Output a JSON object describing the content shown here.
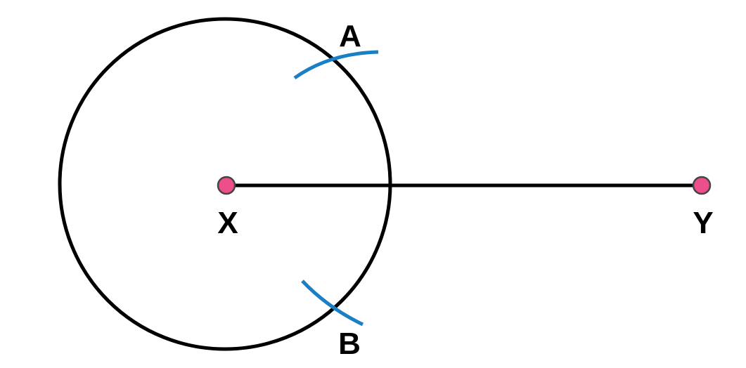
{
  "diagram": {
    "points": {
      "x_label": "X",
      "y_label": "Y",
      "a_label": "A",
      "b_label": "B"
    },
    "colors": {
      "stroke": "#000000",
      "arc": "#1a7fc4",
      "point_fill": "#ec4f8c",
      "point_outline": "#444444",
      "background": "#ffffff"
    }
  }
}
